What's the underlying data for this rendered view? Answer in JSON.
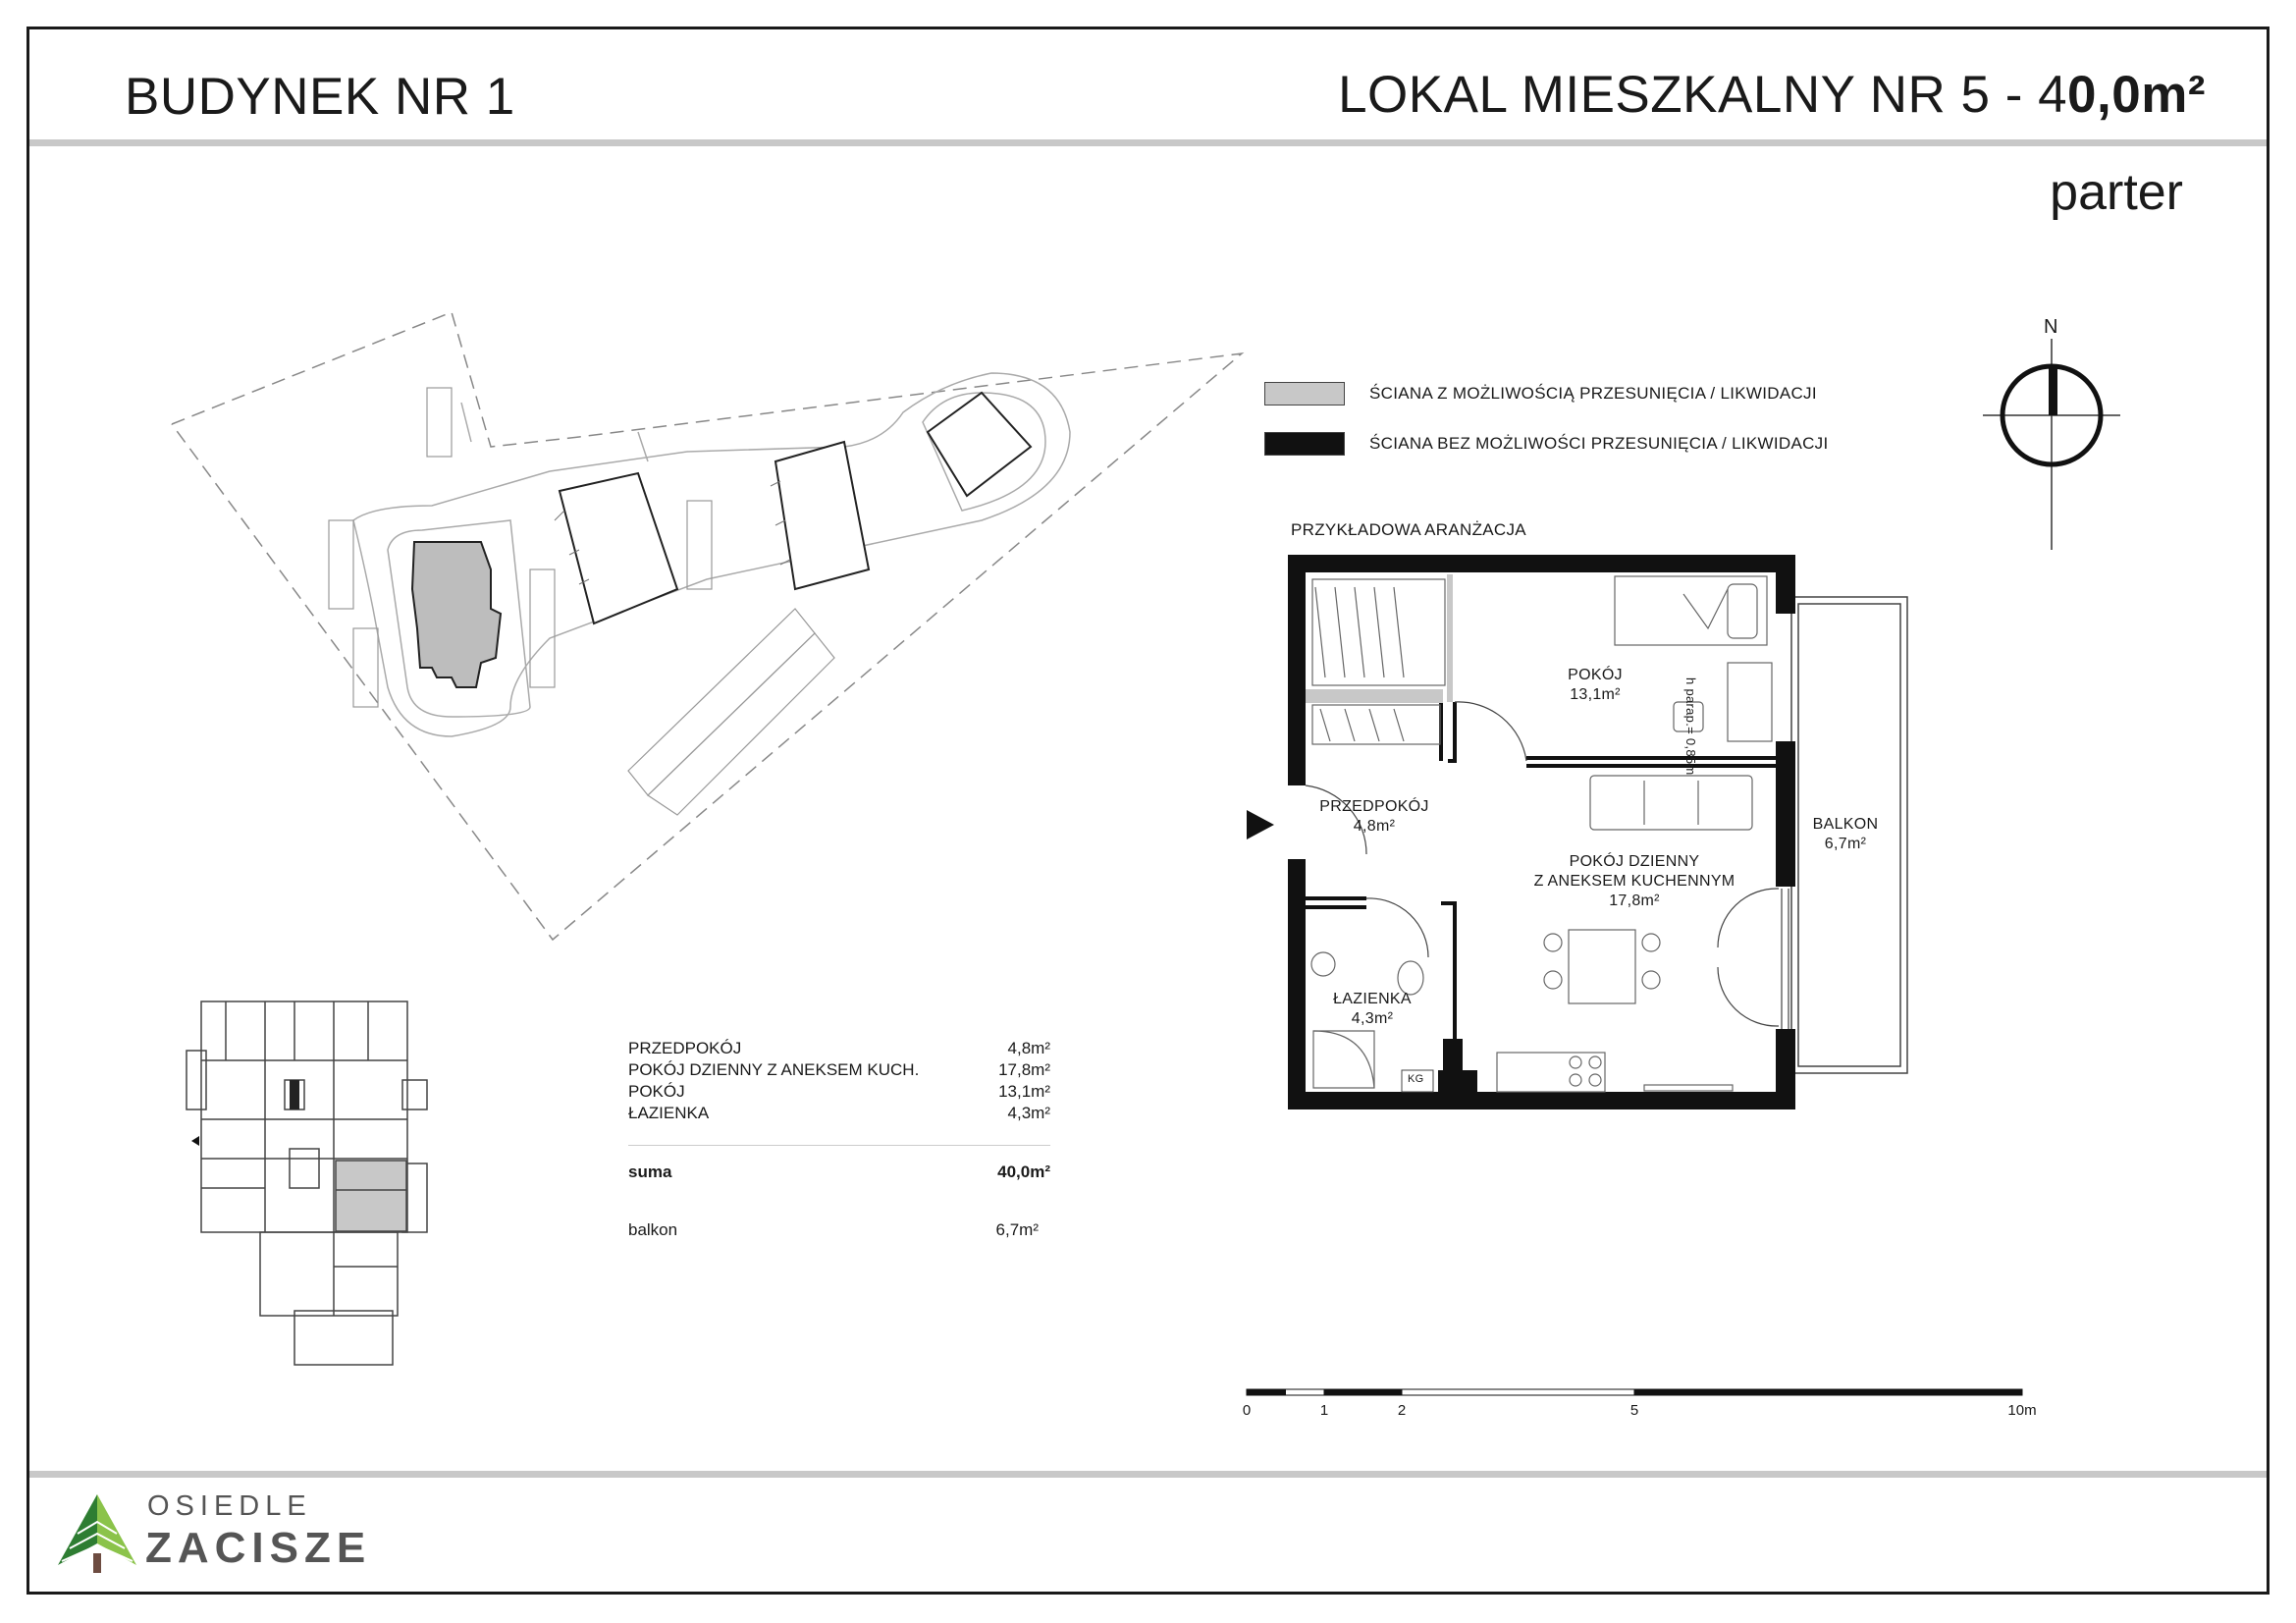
{
  "header": {
    "building": "BUDYNEK NR 1",
    "unit_prefix": "LOKAL MIESZKALNY NR 5 - 4",
    "unit_area": "0,0m²",
    "floor": "parter"
  },
  "compass": {
    "north": "N"
  },
  "legend": {
    "movable_wall": "ŚCIANA Z MOŻLIWOŚCIĄ PRZESUNIĘCIA / LIKWIDACJI",
    "fixed_wall": "ŚCIANA BEZ MOŻLIWOŚCI PRZESUNIĘCIA / LIKWIDACJI",
    "movable_color": "#c8c8c8",
    "fixed_color": "#111111"
  },
  "plan": {
    "caption": "PRZYKŁADOWA ARANŻACJA",
    "rooms": [
      {
        "name": "POKÓJ",
        "area": "13,1m²"
      },
      {
        "name": "PRZEDPOKÓJ",
        "area": "4,8m²"
      },
      {
        "name": "POKÓJ DZIENNY",
        "name2": "Z ANEKSEM KUCHENNYM",
        "area": "17,8m²"
      },
      {
        "name": "ŁAZIENKA",
        "area": "4,3m²"
      },
      {
        "name": "BALKON",
        "area": "6,7m²"
      }
    ],
    "sill_note": "h parap.= 0,85m",
    "kg": "KG"
  },
  "area_table": {
    "rows": [
      {
        "name": "PRZEDPOKÓJ",
        "value": "4,8m²"
      },
      {
        "name": "POKÓJ DZIENNY Z ANEKSEM KUCH.",
        "value": "17,8m²"
      },
      {
        "name": "POKÓJ",
        "value": "13,1m²"
      },
      {
        "name": "ŁAZIENKA",
        "value": "4,3m²"
      }
    ],
    "sum_label": "suma",
    "sum_value": "40,0m²",
    "balcony_label": "balkon",
    "balcony_value": "6,7m²"
  },
  "scale_bar": {
    "labels": [
      "0",
      "1",
      "2",
      "5",
      "10m"
    ],
    "values_m": [
      0,
      1,
      2,
      5,
      10
    ]
  },
  "logo": {
    "line1": "OSIEDLE",
    "line2": "ZACISZE",
    "tree_colors": [
      "#2e7d32",
      "#8bc34a"
    ]
  }
}
